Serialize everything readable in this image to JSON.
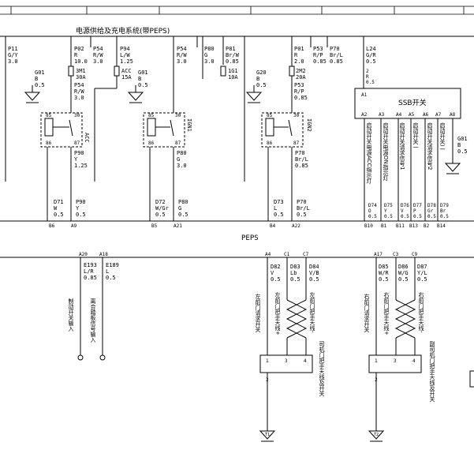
{
  "title": "电源供给及充电系统(带PEPS)",
  "peps_label": "PEPS",
  "ssb": {
    "pin_in": "A1",
    "name": "SSB开关",
    "pins": [
      "A2",
      "A3",
      "A4",
      "A5",
      "A6",
      "A7",
      "A8"
    ],
    "signals": [
      "启动开关电源ACC指示灯",
      "启动开关电源ON指示灯",
      "启动开关请求信号1",
      "启动开关一",
      "启动开关请求信号2",
      "启动开关二"
    ]
  },
  "top_wires": {
    "p11": [
      "P11",
      "G/Y",
      "3.0"
    ],
    "g01a": [
      "G01",
      "B",
      "0.5"
    ],
    "p02": [
      "P02",
      "R",
      "10.0"
    ],
    "p54a": [
      "P54",
      "R/W",
      "3.0"
    ],
    "p94": [
      "P94",
      "L/W",
      "1.25"
    ],
    "g01b": [
      "G01",
      "B",
      "0.5"
    ],
    "p54b": [
      "P54",
      "R/W",
      "3.0"
    ],
    "p80a": [
      "P80",
      "G",
      "3.0"
    ],
    "p81": [
      "P81",
      "Br/W",
      "0.85"
    ],
    "g20": [
      "G20",
      "B",
      "0.5"
    ],
    "p01": [
      "P01",
      "R",
      "2.0"
    ],
    "p53a": [
      "P53",
      "R/P",
      "0.85"
    ],
    "p70a": [
      "P70",
      "Br/L",
      "0.85"
    ],
    "l24": [
      "L24",
      "G/R",
      "0.5"
    ],
    "l24b": [
      "2",
      "R",
      "0.5"
    ],
    "p54c": [
      "P54",
      "R/W",
      "3.0"
    ],
    "p53b": [
      "P53",
      "R/P",
      "0.85"
    ],
    "g01c": [
      "G01",
      "B",
      "0.5"
    ]
  },
  "fuses": {
    "f1": [
      "3M1",
      "30A"
    ],
    "f2": [
      "ACC",
      "15A"
    ],
    "f3": [
      "1G1",
      "10A"
    ],
    "f4": [
      "2M2",
      "20A"
    ]
  },
  "relays": {
    "r1": {
      "pins": [
        "85",
        "86",
        "30",
        "87"
      ],
      "name": "ACC"
    },
    "r2": {
      "pins": [
        "85",
        "86",
        "30",
        "87"
      ],
      "name": "IGN1"
    },
    "r3": {
      "pins": [
        "85",
        "86",
        "30",
        "87"
      ],
      "name": "IGN2"
    }
  },
  "mid_wires": {
    "p90a": [
      "P90",
      "Y",
      "1.25"
    ],
    "p80b": [
      "P80",
      "G",
      "3.0"
    ],
    "p70b": [
      "P70",
      "Br/L",
      "0.85"
    ]
  },
  "bottom_wires": [
    {
      "code": "D71",
      "color": "W",
      "size": "0.5",
      "pin": "B6"
    },
    {
      "code": "P90",
      "color": "Y",
      "size": "0.5",
      "pin": "A9"
    },
    {
      "code": "D72",
      "color": "W/Gr",
      "size": "0.5",
      "pin": "B5"
    },
    {
      "code": "P80",
      "color": "G",
      "size": "0.5",
      "pin": "A21"
    },
    {
      "code": "D73",
      "color": "L",
      "size": "0.5",
      "pin": "B4"
    },
    {
      "code": "P70",
      "color": "Br/L",
      "size": "0.5",
      "pin": "A22"
    },
    {
      "code": "D74",
      "color": "O",
      "size": "0.5",
      "pin": "B10"
    },
    {
      "code": "D75",
      "color": "Y",
      "size": "0.5",
      "pin": "B1"
    },
    {
      "code": "D76",
      "color": "V",
      "size": "0.5",
      "pin": "B11"
    },
    {
      "code": "D77",
      "color": "P",
      "size": "0.5",
      "pin": "B13"
    },
    {
      "code": "D78",
      "color": "Gr",
      "size": "0.5",
      "pin": "B2"
    },
    {
      "code": "D79",
      "color": "Br",
      "size": "0.5",
      "pin": "B14"
    }
  ],
  "lower": {
    "pins": [
      "A20",
      "A18",
      "A4",
      "C1",
      "C7",
      "A17",
      "C3",
      "C9"
    ],
    "e193": [
      "E193",
      "L/R",
      "0.85"
    ],
    "e189": [
      "E189",
      "L",
      "0.5"
    ],
    "d82": [
      "D82",
      "V",
      "0.5"
    ],
    "d83": [
      "D83",
      "Lb",
      "0.5"
    ],
    "d84": [
      "D84",
      "V/B",
      "0.5"
    ],
    "d85": [
      "D85",
      "W/R",
      "0.5"
    ],
    "d86": [
      "D86",
      "W/G",
      "0.5"
    ],
    "d87": [
      "D87",
      "Y/L",
      "0.5"
    ],
    "labels": {
      "brake": "制动开关输入",
      "clutch": "离合踏板信号输入",
      "lf_req": "左前门请求开关",
      "lf_ant_p": "左前门把手天线+",
      "lf_ant_n": "左前门把手天线-",
      "lf_assy": "司机门把手天线及开关",
      "rf_req": "右前门请求开关",
      "rf_ant_p": "右前门把手天线+",
      "rf_ant_n": "右前门把手天线-",
      "rf_assy": "副司机门把手天线及开关"
    },
    "conn_pins": [
      "1",
      "3",
      "4",
      "2"
    ],
    "grounds": [
      "T1",
      "T2"
    ]
  }
}
